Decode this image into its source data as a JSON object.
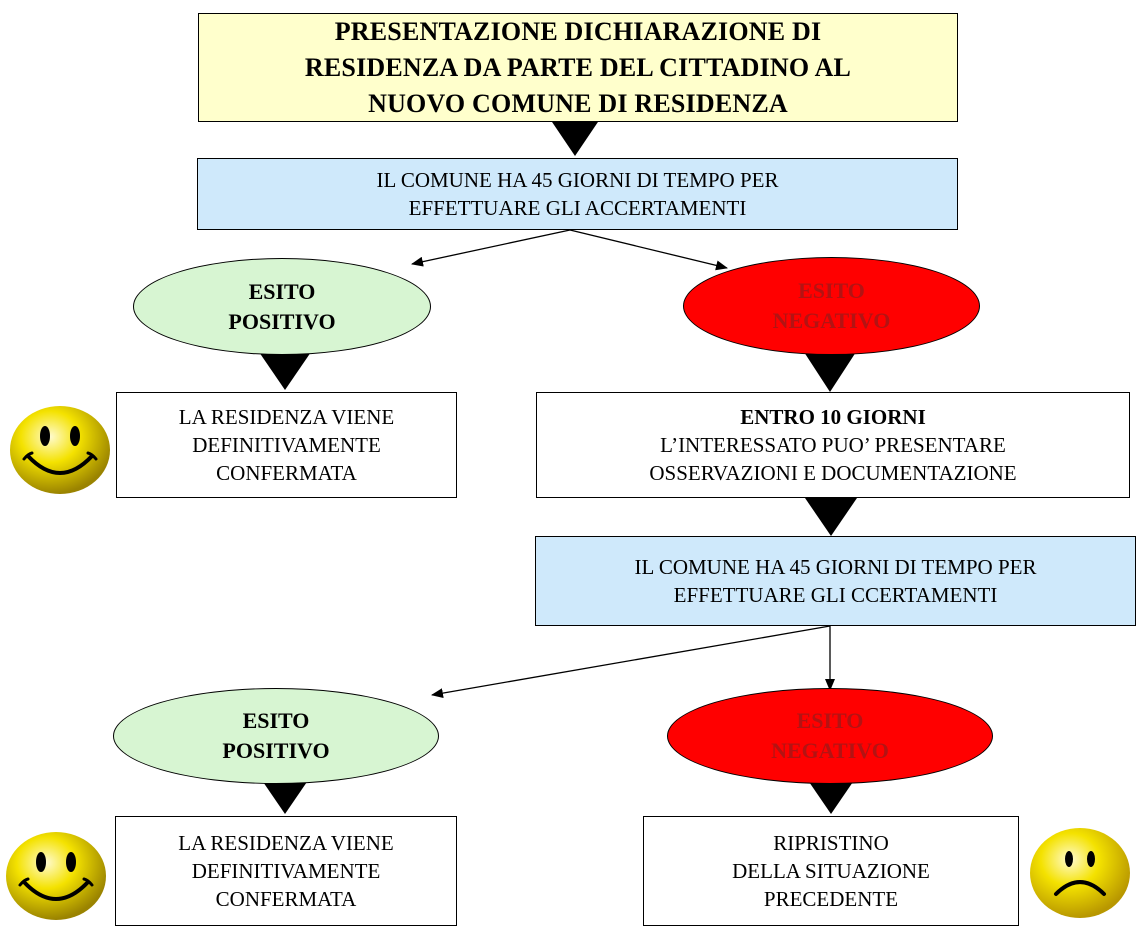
{
  "title_box": {
    "lines": [
      "PRESENTAZIONE DICHIARAZIONE DI",
      "RESIDENZA DA PARTE DEL CITTADINO AL",
      "NUOVO COMUNE DI RESIDENZA"
    ]
  },
  "check_box_1": {
    "lines": [
      "IL COMUNE HA 45 GIORNI DI TEMPO PER",
      "EFFETTUARE GLI ACCERTAMENTI"
    ]
  },
  "positive_1": {
    "lines": [
      "ESITO",
      "POSITIVO"
    ]
  },
  "negative_1": {
    "lines": [
      "ESITO",
      "NEGATIVO"
    ]
  },
  "confirmed_1": {
    "lines": [
      "LA RESIDENZA VIENE",
      "DEFINITIVAMENTE",
      "CONFERMATA"
    ]
  },
  "observations_box": {
    "heading": "ENTRO 10 GIORNI",
    "lines": [
      "L’INTERESSATO PUO’ PRESENTARE",
      "OSSERVAZIONI E DOCUMENTAZIONE"
    ]
  },
  "check_box_2": {
    "lines": [
      "IL COMUNE HA 45 GIORNI DI TEMPO PER",
      "EFFETTUARE GLI  CCERTAMENTI"
    ]
  },
  "positive_2": {
    "lines": [
      "ESITO",
      "POSITIVO"
    ]
  },
  "negative_2": {
    "lines": [
      "ESITO",
      "NEGATIVO"
    ]
  },
  "confirmed_2": {
    "lines": [
      "LA RESIDENZA VIENE",
      "DEFINITIVAMENTE",
      "CONFERMATA"
    ]
  },
  "restore_box": {
    "lines": [
      "RIPRISTINO",
      "DELLA SITUAZIONE",
      "PRECEDENTE"
    ]
  },
  "icons": {
    "happy_1": "happy-smiley-icon",
    "happy_2": "happy-smiley-icon",
    "sad": "sad-smiley-icon"
  },
  "colors": {
    "title_fill": "#ffffcc",
    "check_fill": "#cfe9fb",
    "positive_fill": "#d7f5d2",
    "negative_fill": "#ff0000",
    "negative_text": "#b31313",
    "smiley_fill": "#f4e200"
  }
}
